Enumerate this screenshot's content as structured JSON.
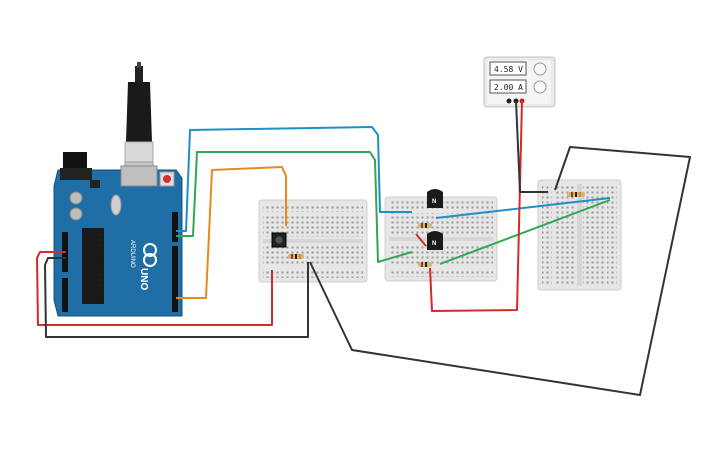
{
  "power_supply": {
    "voltage_display": "4.58 V",
    "current_display": "2.00 A"
  },
  "arduino": {
    "brand_label": "ARDUINO",
    "model_label": "UNO"
  },
  "transistors": [
    {
      "label": "N"
    },
    {
      "label": "N"
    }
  ],
  "colors": {
    "wire_blue": "#1e90c8",
    "wire_green": "#2fa84f",
    "wire_orange": "#e88a1a",
    "wire_red": "#d42a2a",
    "wire_black": "#333333",
    "arduino_board": "#1f6fa6",
    "breadboard": "#e6e6e6"
  }
}
